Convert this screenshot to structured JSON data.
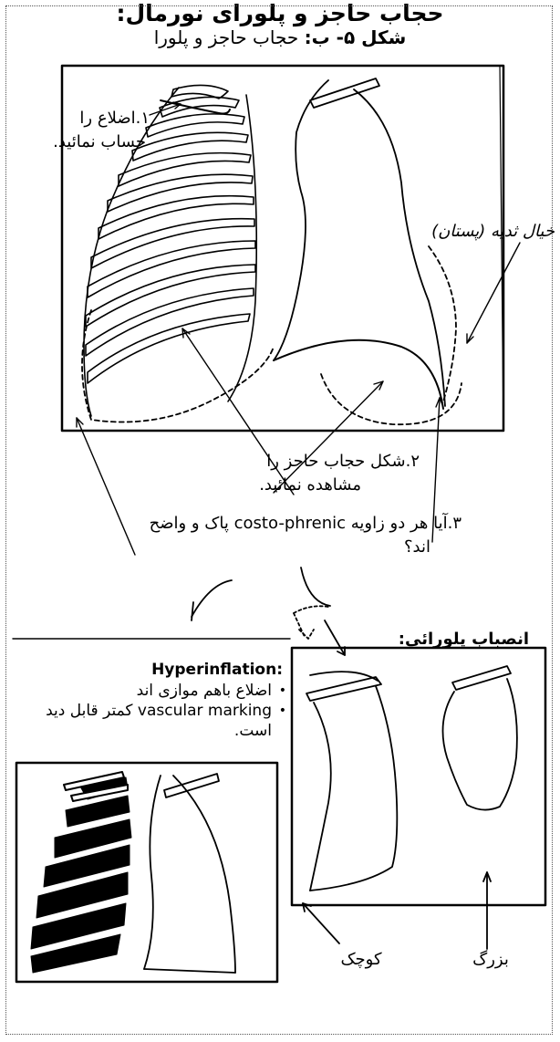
{
  "title": "حجاب حاجز و پلورای نورمال:",
  "annotations": {
    "ribs_line1": "۱.اضلاع را",
    "ribs_line2": "حساب نمائید.",
    "breast_shadow": "خیال ثدیه (پستان)",
    "diaphragm_line1": "۲.شکل حجاب حاجز را",
    "diaphragm_line2": "مشاهده نمائید.",
    "costo_line1": "۳.آیا هر دو زاویه costo-phrenic پاک و واضح",
    "costo_line2": "اند؟"
  },
  "hyperinflation": {
    "heading": "Hyperinflation:",
    "bullets": [
      "اضلاع باهم موازی اند",
      "vascular marking کمتر قابل دید است."
    ]
  },
  "pleural_effusion": {
    "heading": "انصباب پلورائی:",
    "small_label": "کوچک",
    "large_label": "بزرگ"
  },
  "caption": {
    "bold_part": "شکل ۵- ب:",
    "rest": " حجاب حاجز و پلورا"
  }
}
